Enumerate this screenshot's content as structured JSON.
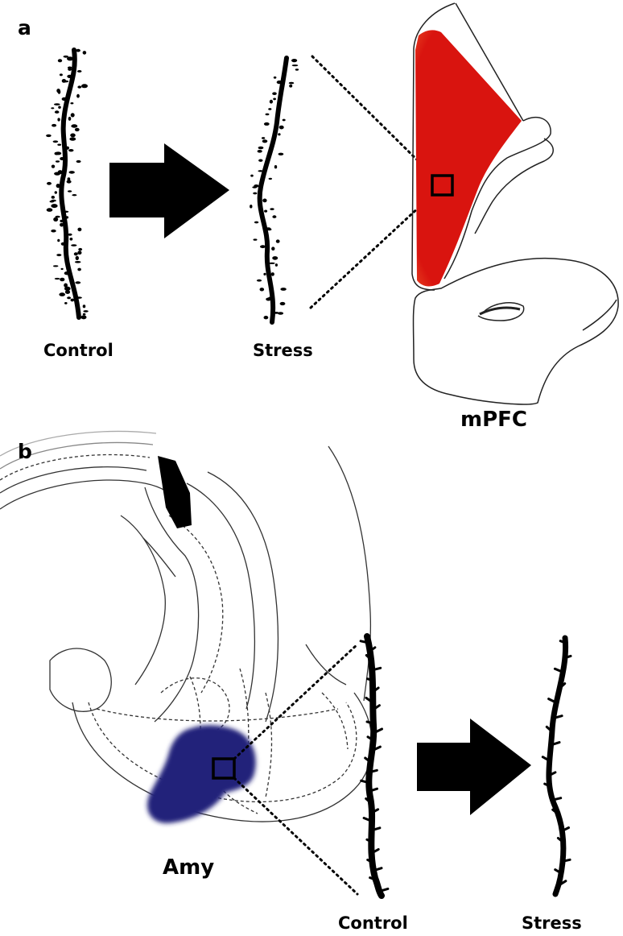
{
  "panel_a": {
    "letter": "a",
    "control_label": "Control",
    "stress_label": "Stress",
    "region_label": "mPFC",
    "region_color": "#d9140f"
  },
  "panel_b": {
    "letter": "b",
    "region_label": "Amy",
    "control_label": "Control",
    "stress_label": "Stress",
    "region_color": "#23237a"
  },
  "icons": [
    "arrow-right-icon",
    "arrow-right-icon"
  ]
}
